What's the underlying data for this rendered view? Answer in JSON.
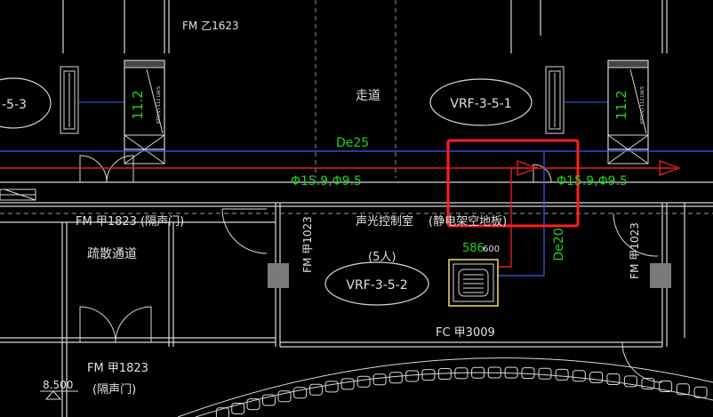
{
  "labels": {
    "fm_top": "FM 乙1623",
    "corridor": "走道",
    "vrf_left_partial": "-5-3",
    "vrf_right": "VRF-3-5-1",
    "vrf_bottom": "VRF-3-5-2",
    "de25": "De25",
    "pipe_left": "Φ15.9,Φ9.5",
    "pipe_right": "Φ15.9,Φ9.5",
    "fm_left_mid": "FM 甲1823 (隔声门)",
    "evac": "疏散通道",
    "fm_vert_left": "FM 甲1023",
    "control_room": "声光控制室",
    "floor_note": "(静电架空地板)",
    "persons": "(5人)",
    "size_label": "586",
    "size_label2": "600",
    "de20": "De20",
    "fc_label": "FC 甲3009",
    "fm_vert_right": "FM 甲1023",
    "fm_bottom_left": "FM 甲1823",
    "door_note_bottom": "(隔声门)",
    "elev": "8.500",
    "unit_size_left": "11.2",
    "unit_size_right": "11.2",
    "unit_small_left": "KFR(V)-112 LW/S",
    "unit_small_right": "KFR(V)-112 LW/S"
  },
  "colors": {
    "background": "#000000",
    "wall": "#d8d8d8",
    "text": "#e0e0e0",
    "green": "#1fd21f",
    "red_pipe": "#e02020",
    "blue_line": "#3a5cff",
    "highlight": "#ff2020",
    "gray_fill": "#7a7a7a"
  }
}
